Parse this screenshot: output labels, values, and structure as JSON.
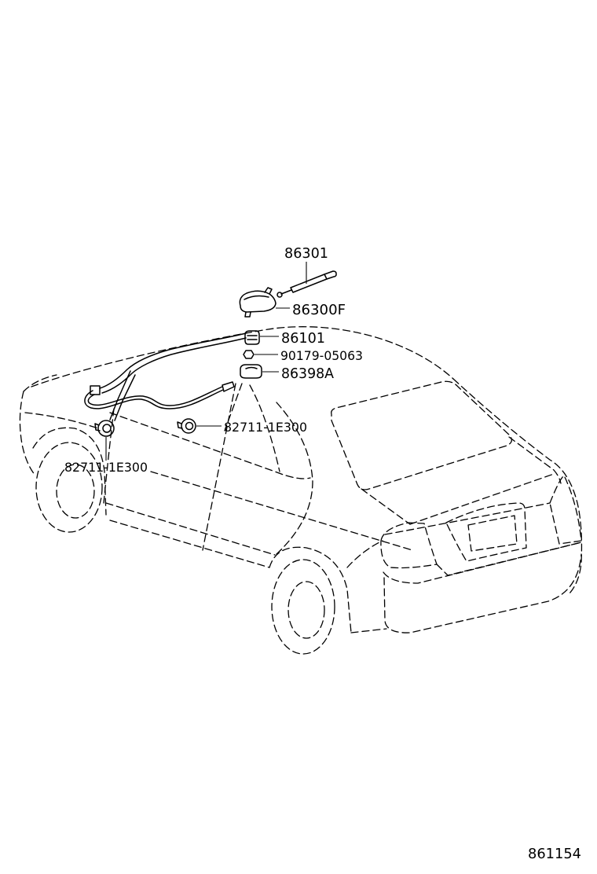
{
  "callouts": [
    {
      "part_number": "86301"
    },
    {
      "part_number": "86300F"
    },
    {
      "part_number": "86101"
    },
    {
      "part_number": "90179-05063"
    },
    {
      "part_number": "86398A"
    },
    {
      "part_number": "82711-1E300"
    },
    {
      "part_number": "82711-1E300"
    }
  ],
  "figure_number": "861154",
  "colors": {
    "line": "#000000",
    "background": "#ffffff"
  }
}
